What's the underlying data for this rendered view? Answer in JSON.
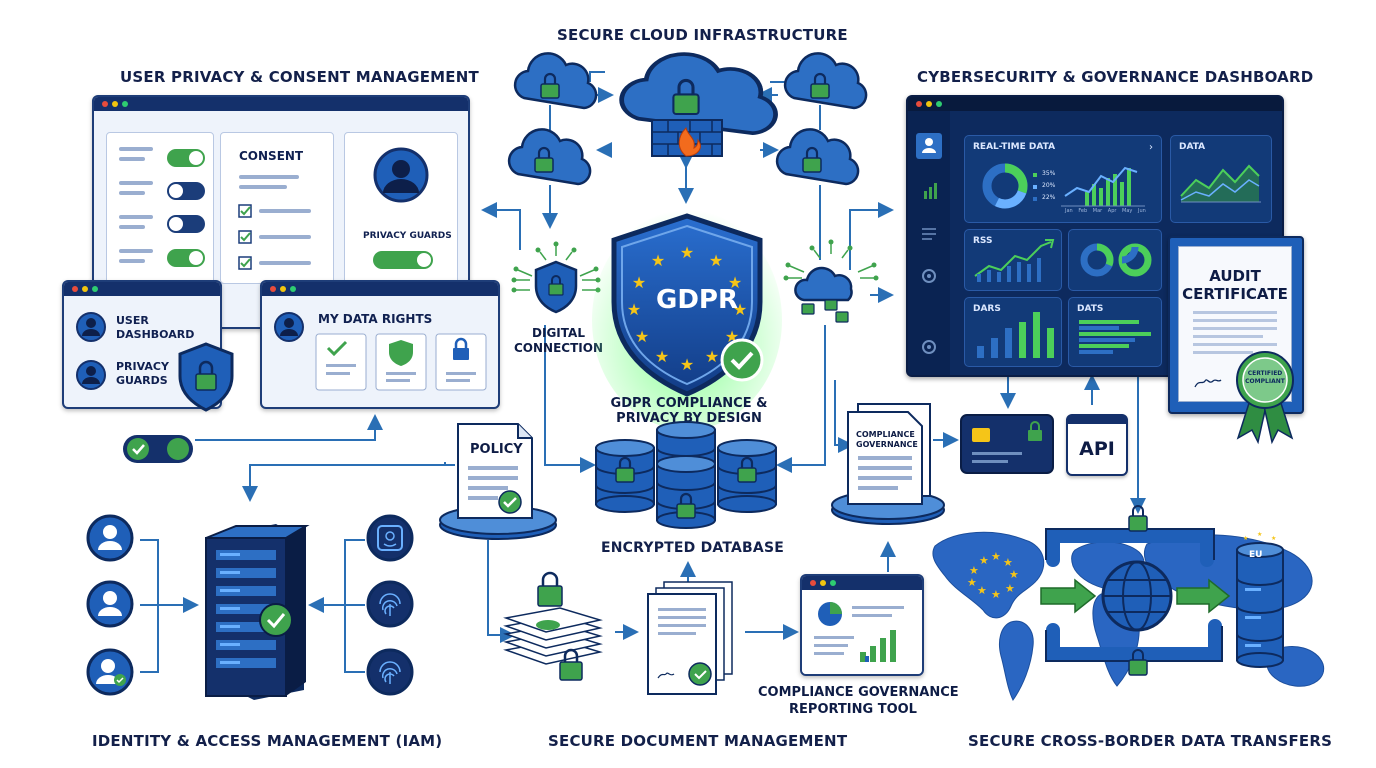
{
  "titles": {
    "user_privacy": "USER PRIVACY & CONSENT MANAGEMENT",
    "cloud": "SECURE CLOUD INFRASTRUCTURE",
    "cyber": "CYBERSECURITY & GOVERNANCE DASHBOARD",
    "iam": "IDENTITY & ACCESS MANAGEMENT (IAM)",
    "docs": "SECURE DOCUMENT MANAGEMENT",
    "transfers": "SECURE CROSS-BORDER DATA TRANSFERS",
    "database": "ENCRYPTED DATABASE",
    "gdpr_line1": "GDPR COMPLIANCE &",
    "gdpr_line2": "PRIVACY BY DESIGN",
    "reporting_line1": "COMPLIANCE GOVERNANCE",
    "reporting_line2": "REPORTING TOOL",
    "digital_line1": "DIGITAL",
    "digital_line2": "CONNECTION"
  },
  "consent_window": {
    "consent_label": "CONSENT",
    "privacy_guards": "PRIVACY GUARDS"
  },
  "user_dashboard": {
    "item1_line1": "USER",
    "item1_line2": "DASHBOARD",
    "item2_line1": "PRIVACY",
    "item2_line2": "GUARDS"
  },
  "data_rights": {
    "title": "MY DATA RIGHTS"
  },
  "shield": {
    "text": "GDPR"
  },
  "policy": {
    "label": "POLICY"
  },
  "compliance_doc": {
    "line1": "COMPLIANCE",
    "line2": "GOVERNANCE"
  },
  "dashboard": {
    "tile1_title": "REAL-TIME DATA",
    "tile2_title": "DATA",
    "tile3_title": "RSS",
    "tile5_title": "DARS",
    "tile6_title": "DATS",
    "legend": [
      "35%",
      "20%",
      "22%"
    ],
    "months": [
      "Jan",
      "Feb",
      "Mar",
      "Apr",
      "May",
      "Jun"
    ]
  },
  "certificate": {
    "title_line1": "AUDIT",
    "title_line2": "CERTIFICATE",
    "seal_line1": "CERTIFIED",
    "seal_line2": "COMPLIANT"
  },
  "api": {
    "label": "API"
  },
  "server_rack": {
    "label": "EU"
  },
  "colors": {
    "navy": "#14306b",
    "blue": "#1f5fb8",
    "green": "#3fa34d",
    "arrow": "#2a6fb5"
  }
}
